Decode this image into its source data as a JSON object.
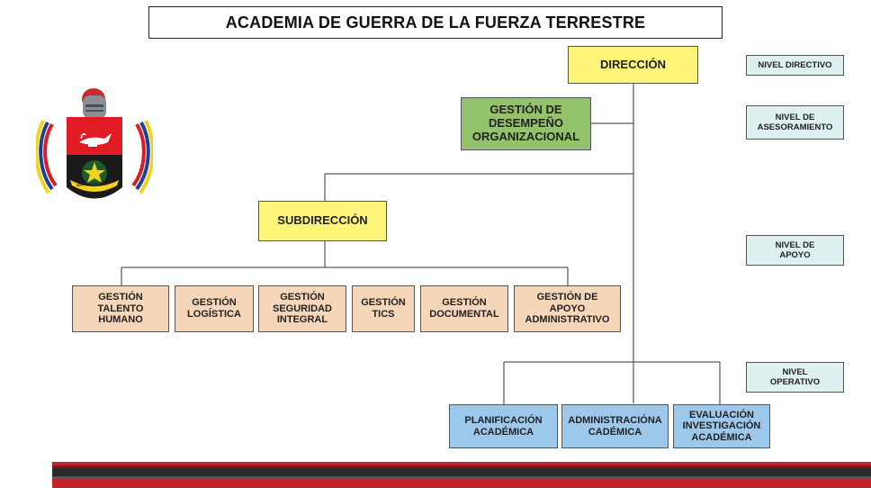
{
  "title": "ACADEMIA DE GUERRA DE LA FUERZA TERRESTRE",
  "logo": {
    "motto": "SER MÁS QUE PARECER"
  },
  "org": {
    "direccion": "DIRECCIÓN",
    "gestion_desempeno": "GESTIÓN DE\nDESEMPEÑO\nORGANIZACIONAL",
    "subdireccion": "SUBDIRECCIÓN",
    "apoyo": [
      "GESTIÓN\nTALENTO\nHUMANO",
      "GESTIÓN\nLOGÍSTICA",
      "GESTIÓN\nSEGURIDAD\nINTEGRAL",
      "GESTIÓN\nTICS",
      "GESTIÓN\nDOCUMENTAL",
      "GESTIÓN DE\nAPOYO\nADMINISTRATIVO"
    ],
    "operativo": [
      "PLANIFICACIÓN\nACADÉMICA",
      "ADMINISTRACIÓNA\nCADÉMICA",
      "EVALUACIÓN\nINVESTIGACIÓN\nACADÉMICA"
    ]
  },
  "levels": {
    "directivo": "NIVEL DIRECTIVO",
    "asesoramiento": "NIVEL DE\nASESORAMIENTO",
    "apoyo": "NIVEL DE\nAPOYO",
    "operativo": "NIVEL\nOPERATIVO"
  },
  "colors": {
    "yellow": "#fef57a",
    "green": "#92c36a",
    "tan": "#f5d6b8",
    "blue": "#9cc8ec",
    "level": "#dff0f0",
    "bar_red": "#c0242c",
    "bar_dark": "#2a2a2a"
  }
}
